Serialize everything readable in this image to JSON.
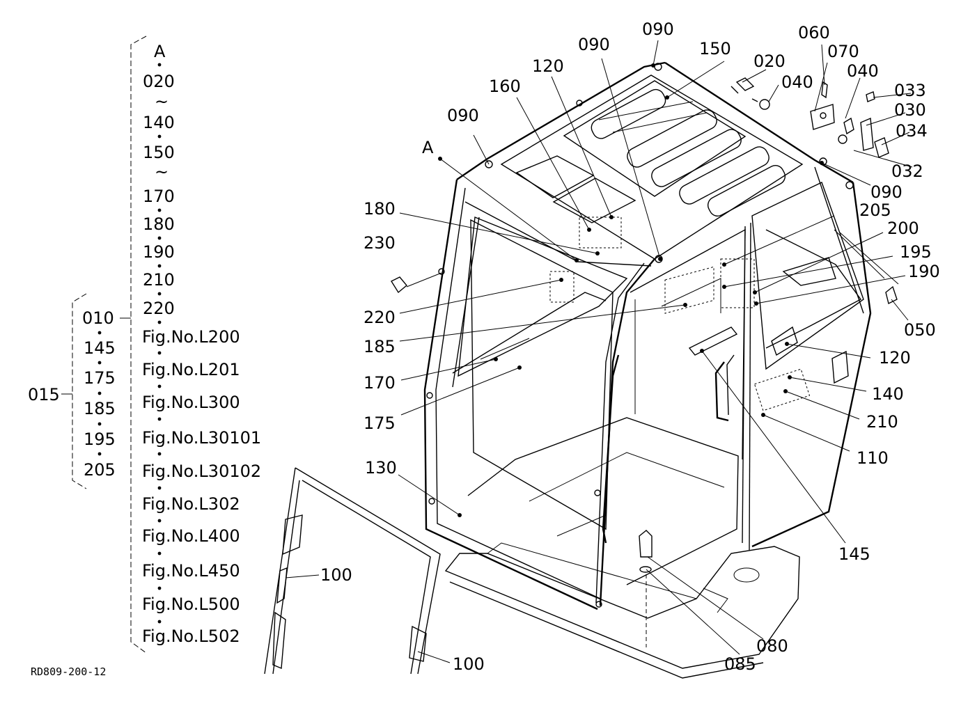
{
  "drawing_code": "RD809-200-12",
  "index": {
    "group_outer": "015",
    "group_inner_label": "010",
    "inner_column": [
      "010",
      "145",
      "175",
      "185",
      "195",
      "205"
    ],
    "outer_column": [
      "A",
      "020",
      "~",
      "140",
      "150",
      "~",
      "170",
      "180",
      "190",
      "210",
      "220"
    ],
    "figures": [
      "Fig.No.L200",
      "Fig.No.L201",
      "Fig.No.L300",
      "Fig.No.L30101",
      "Fig.No.L30102",
      "Fig.No.L302",
      "Fig.No.L400",
      "Fig.No.L450",
      "Fig.No.L500",
      "Fig.No.L502"
    ]
  },
  "callouts": {
    "c090a": "090",
    "c150": "150",
    "c060": "060",
    "c070": "070",
    "c020": "020",
    "c040a": "040",
    "c040b": "040",
    "c033": "033",
    "c030": "030",
    "c034": "034",
    "c032": "032",
    "c090b": "090",
    "c120a": "120",
    "c160": "160",
    "c090c": "090",
    "c090d": "090",
    "cA": "A",
    "c180": "180",
    "c230": "230",
    "c205": "205",
    "c200": "200",
    "c195": "195",
    "c190": "190",
    "c050": "050",
    "c220": "220",
    "c185": "185",
    "c170": "170",
    "c175": "175",
    "c120b": "120",
    "c140": "140",
    "c210": "210",
    "c110": "110",
    "c130": "130",
    "c145": "145",
    "c100a": "100",
    "c100b": "100",
    "c080": "080",
    "c085": "085"
  }
}
